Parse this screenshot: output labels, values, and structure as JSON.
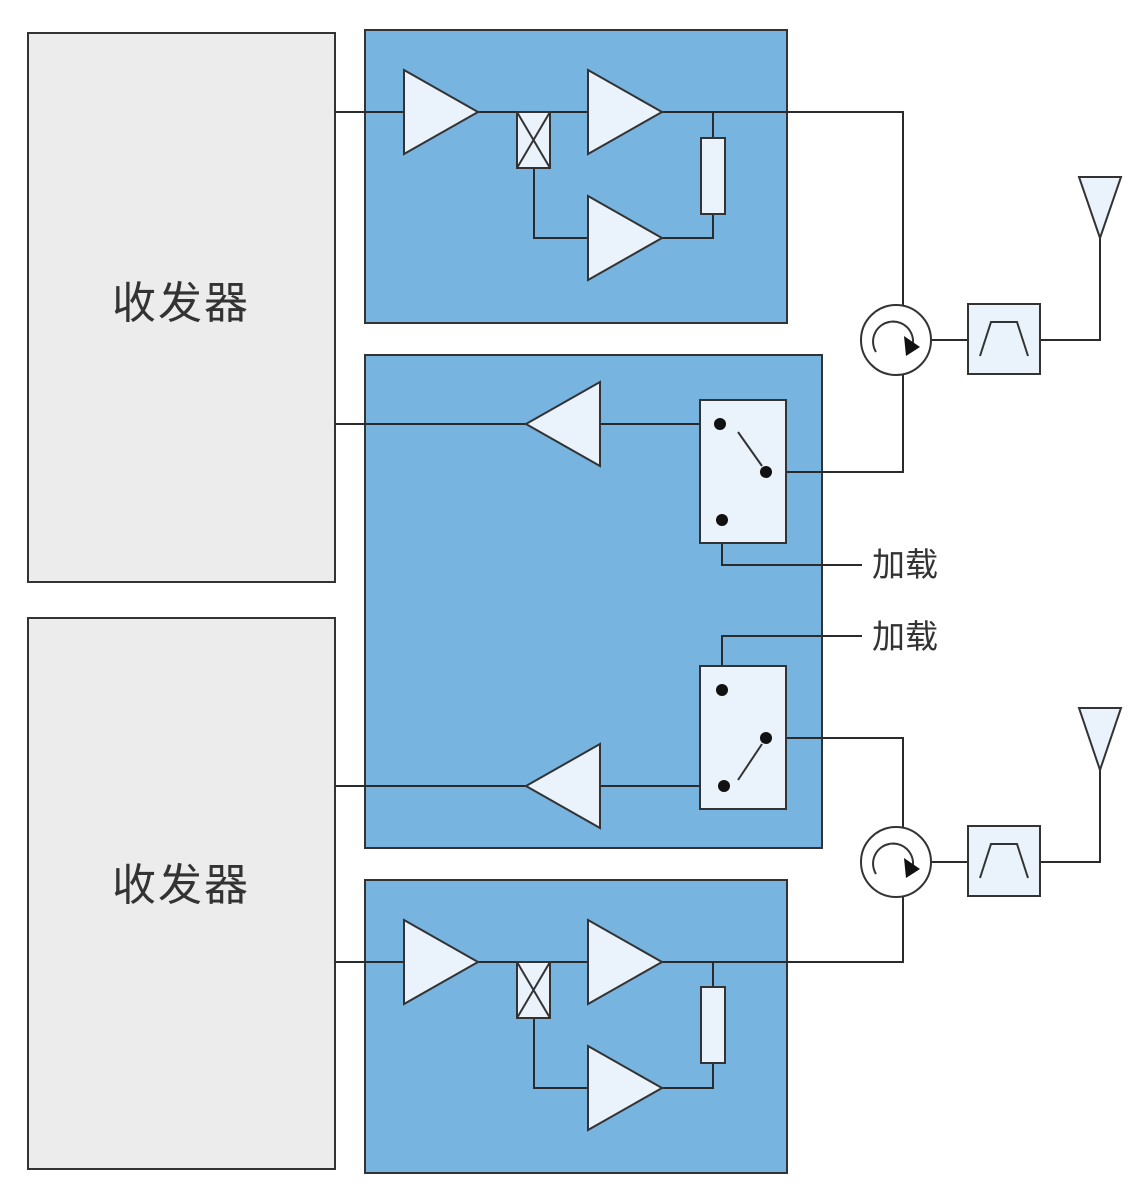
{
  "transceivers": [
    {
      "label": "收发器"
    },
    {
      "label": "收发器"
    }
  ],
  "load_labels": [
    {
      "label": "加载"
    },
    {
      "label": "加载"
    }
  ],
  "colors": {
    "module_fill": "#77b4df",
    "module_stroke": "#333333",
    "component_fill": "#eaf2fb",
    "transceiver_fill": "#ececec",
    "line": "#2b2b2b",
    "text": "#333333"
  },
  "icons": {
    "amplifier": "triangle-amplifier-icon",
    "coupler": "crossed-box-coupler-icon",
    "termination": "resistor-termination-icon",
    "circulator": "circulator-icon",
    "filter": "bandpass-filter-icon",
    "antenna": "antenna-icon",
    "switch": "rf-switch-icon"
  }
}
